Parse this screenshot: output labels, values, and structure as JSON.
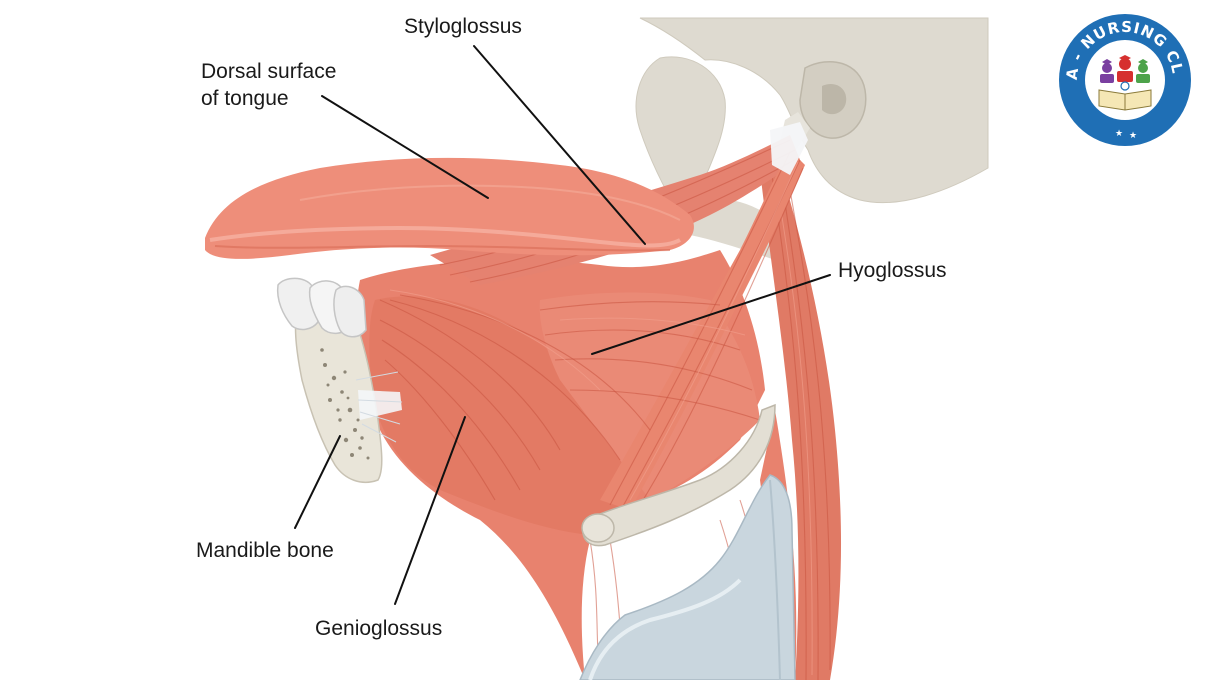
{
  "labels": {
    "dorsal_line1": "Dorsal surface",
    "dorsal_line2": "of tongue",
    "styloglossus": "Styloglossus",
    "hyoglossus": "Hyoglossus",
    "mandible": "Mandible bone",
    "genioglossus": "Genioglossus"
  },
  "logo": {
    "text": "NANDA - NURSING CLASSES",
    "icon": "nursing-classes-logo"
  },
  "colors": {
    "muscle": "#e8826e",
    "muscle_dark": "#c9543f",
    "bone": "#dedad0",
    "cartilage": "#c9d6de",
    "logo_blue": "#1f6fb5"
  }
}
